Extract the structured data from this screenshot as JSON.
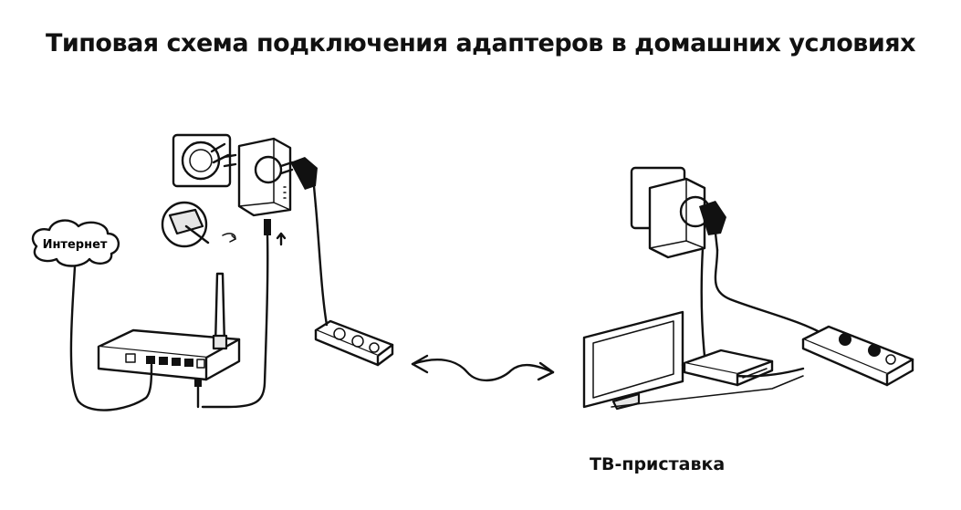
{
  "title": "Типовая схема подключения адаптеров в домашних условиях",
  "labels": {
    "internet": "Интернет",
    "tv_box": "ТВ-приставка"
  },
  "icons": {
    "wall_socket": "wall-socket-icon",
    "powerline_adapter": "powerline-adapter-icon",
    "router": "router-icon",
    "power_strip": "power-strip-icon",
    "tv": "tv-icon",
    "set_top_box": "set-top-box-icon",
    "cloud": "internet-cloud-icon"
  }
}
